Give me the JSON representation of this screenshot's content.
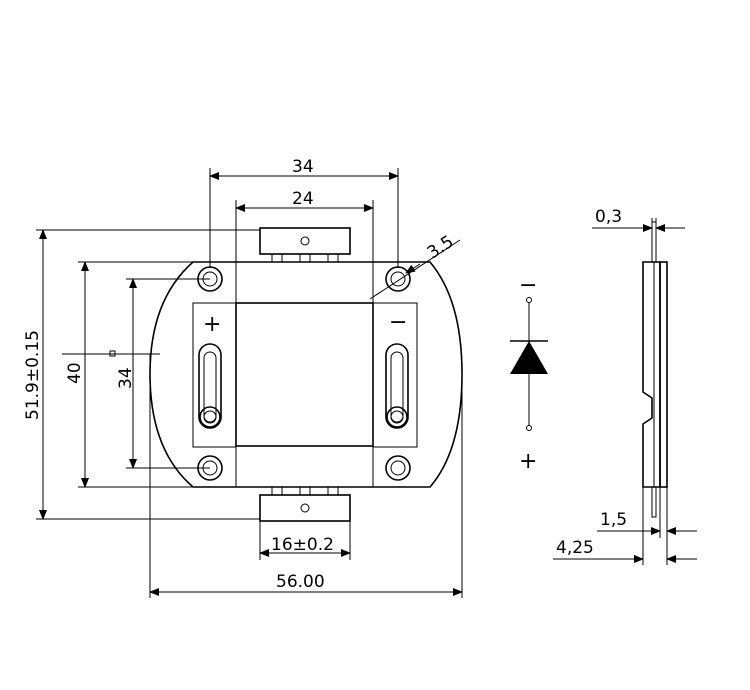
{
  "dimensions": {
    "pad_spacing": "34",
    "mount_spacing": "24",
    "hole_diameter": "3.5",
    "overall_height": "51.9±0.15",
    "body_height": "40",
    "hole_vertical": "34",
    "terminal_width": "16±0.2",
    "overall_width": "56.00",
    "pin_thickness": "0,3",
    "substrate_thickness": "1,5",
    "total_thickness": "4,25"
  },
  "polarity": {
    "plus": "+",
    "minus": "−"
  }
}
